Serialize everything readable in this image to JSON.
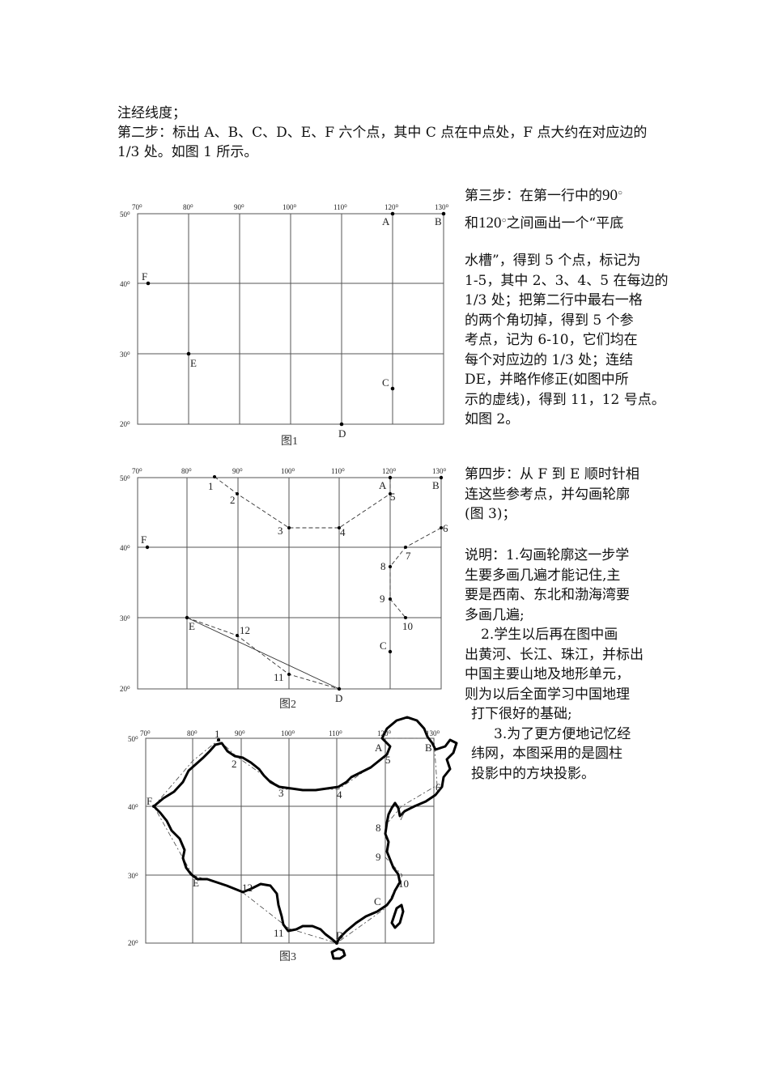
{
  "intro": {
    "line1": "注经线度；",
    "line2": "第二步：标出 A、B、C、D、E、F 六个点，其中 C 点在中点处，F 点大约在对应边的",
    "line3": "1/3 处。如图 1 所示。"
  },
  "step3": {
    "lead": "第三步：在第一行中的",
    "deg1": "90",
    "he": "和",
    "deg2": "120",
    "tail": "之间画出一个“平底",
    "lines": [
      "水槽”，得到 5 个点，标记为",
      "1-5，其中 2、3、4、5 在每边的",
      "1/3 处；把第二行中最右一格",
      "的两个角切掉，得到 5 个参",
      "考点，记为 6-10，它们均在",
      "每个对应边的 1/3 处；连结",
      "DE，并略作修正(如图中所",
      "示的虚线)，得到 11，12 号点。",
      "如图 2。"
    ]
  },
  "step4": {
    "lines": [
      "第四步：从 F 到 E 顺时针相",
      "连这些参考点，并勾画轮廓",
      "(图 3)；"
    ]
  },
  "notes": {
    "n1": [
      "说明：1.勾画轮廓这一步学",
      "生要多画几遍才能记住,主",
      "要是西南、东北和渤海湾要",
      "多画几遍;"
    ],
    "n2": [
      "2.学生以后再在图中画",
      "出黄河、长江、珠江，并标出",
      "中国主要山地及地形单元，",
      "则为以后全面学习中国地理",
      "打下很好的基础;"
    ],
    "n3": [
      "3.为了更方便地记忆经",
      "纬网，本图采用的是圆柱",
      "投影中的方块投影。"
    ]
  },
  "figures": {
    "fig1": {
      "caption": "图1",
      "lon_labels": [
        "70⁰",
        "80⁰",
        "90⁰",
        "100⁰",
        "110⁰",
        "120⁰",
        "130⁰"
      ],
      "lat_labels": [
        "50⁰",
        "40⁰",
        "30⁰",
        "20⁰"
      ],
      "points": {
        "A": "A",
        "B": "B",
        "C": "C",
        "D": "D",
        "E": "E",
        "F": "F"
      }
    },
    "fig2": {
      "caption": "图2",
      "lon_labels": [
        "70⁰",
        "80⁰",
        "90⁰",
        "100⁰",
        "110⁰",
        "120⁰",
        "130⁰"
      ],
      "lat_labels": [
        "50⁰",
        "40⁰",
        "30⁰",
        "20⁰"
      ],
      "points": {
        "A": "A",
        "B": "B",
        "C": "C",
        "D": "D",
        "E": "E",
        "F": "F"
      },
      "numbers": [
        "1",
        "2",
        "3",
        "4",
        "5",
        "6",
        "7",
        "8",
        "9",
        "10",
        "11",
        "12"
      ]
    },
    "fig3": {
      "caption": "图3",
      "lon_labels": [
        "70⁰",
        "80⁰",
        "90⁰",
        "100⁰",
        "110⁰",
        "120⁰",
        "130⁰"
      ],
      "lat_labels": [
        "50⁰",
        "40⁰",
        "30⁰",
        "20⁰"
      ],
      "points": {
        "A": "A",
        "B": "B",
        "C": "C",
        "D": "D",
        "E": "E",
        "F": "F"
      },
      "numbers": [
        "1",
        "2",
        "3",
        "4",
        "5",
        "6",
        "7",
        "8",
        "9",
        "10",
        "11",
        "12"
      ]
    }
  }
}
